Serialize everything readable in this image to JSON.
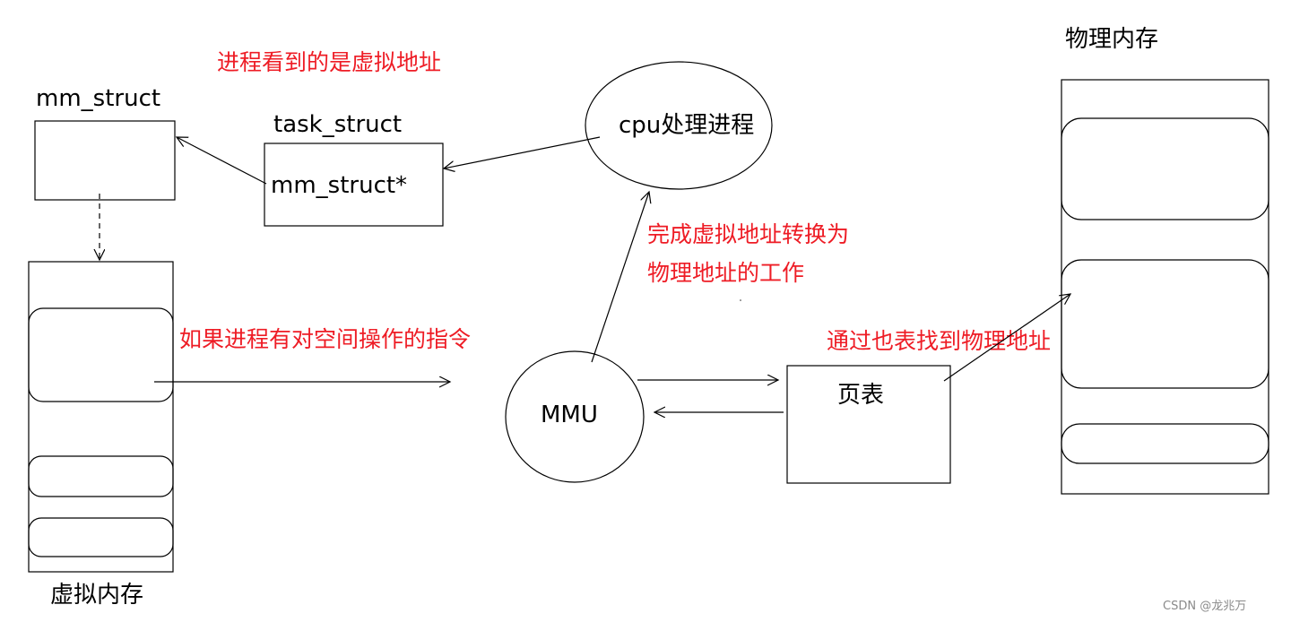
{
  "labels": {
    "mm_struct_title": "mm_struct",
    "task_struct_title": "task_struct",
    "task_field": "mm_struct*",
    "cpu": "cpu处理进程",
    "mmu": "MMU",
    "page_table": "页表",
    "virtual_memory": "虚拟内存",
    "physical_memory": "物理内存"
  },
  "annotations": {
    "process_sees": "进程看到的是虚拟地址",
    "mmu_role_line1": "完成虚拟地址转换为",
    "mmu_role_line2": "物理地址的工作",
    "if_process_op": "如果进程有对空间操作的指令",
    "via_page_table": "通过也表找到物理地址"
  },
  "watermark": "CSDN @龙兆万",
  "colors": {
    "annotation": "#ee1c25",
    "stroke": "#000000"
  }
}
